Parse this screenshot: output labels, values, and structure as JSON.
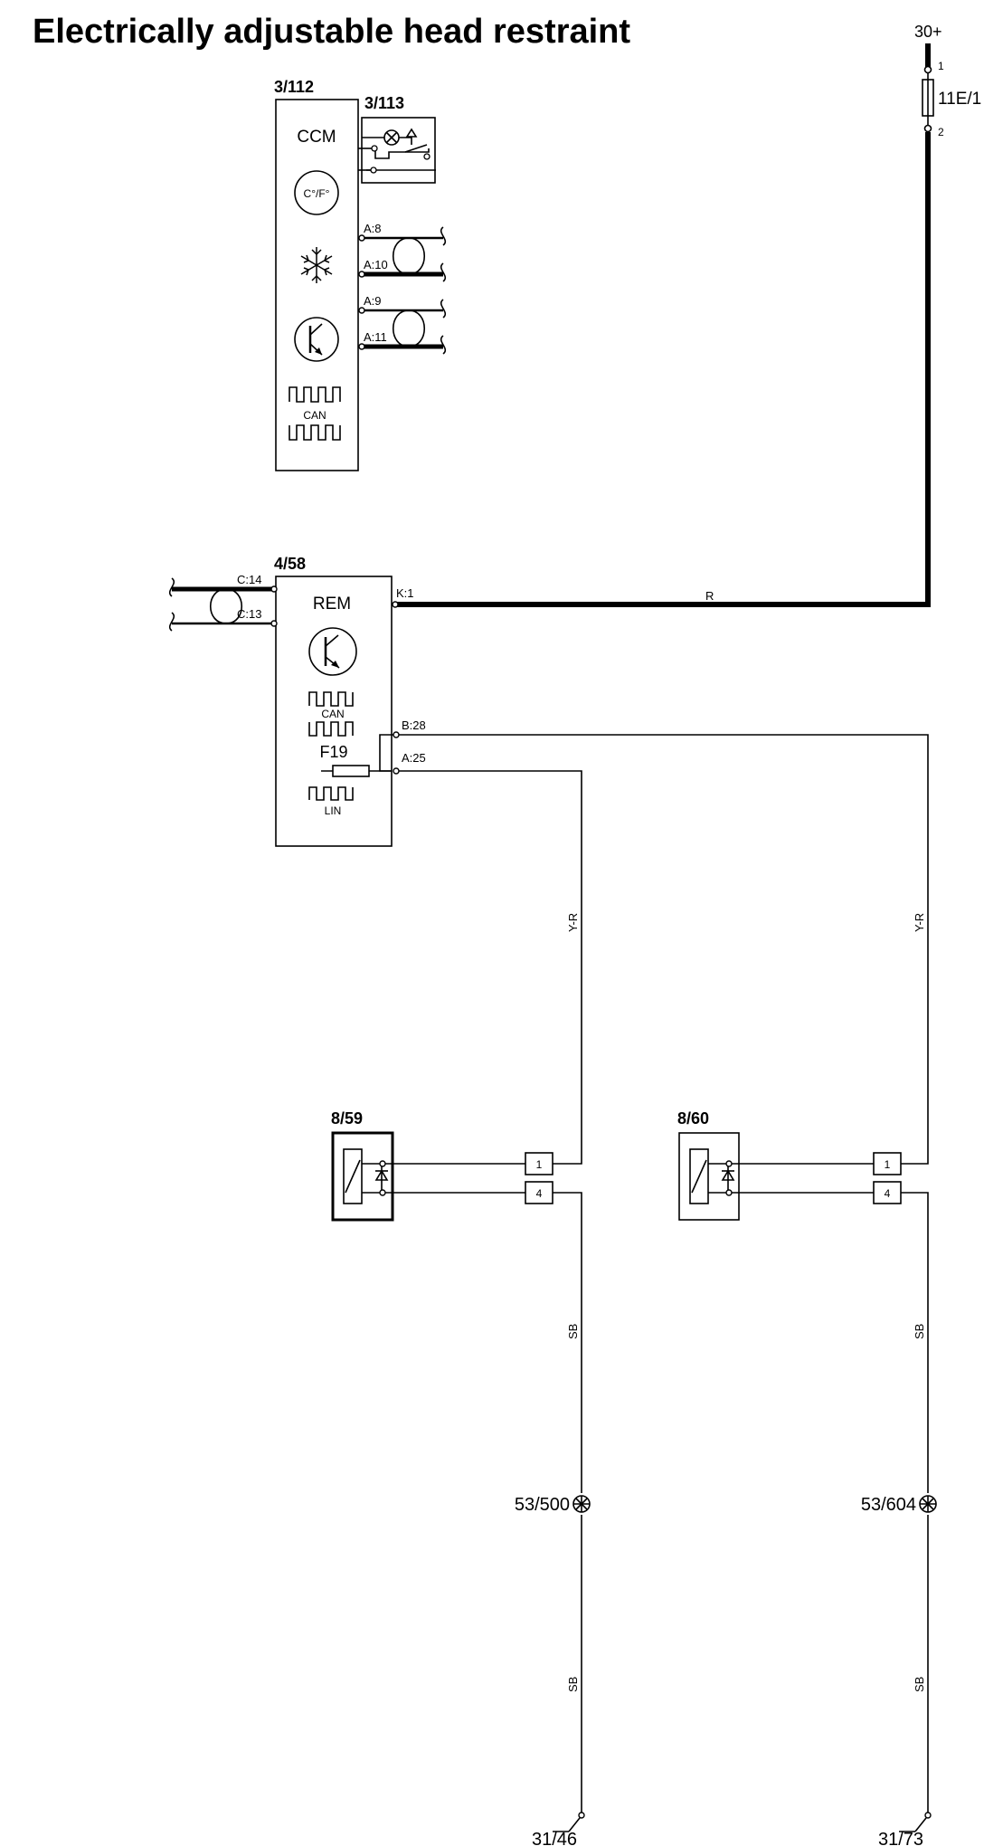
{
  "title": "Electrically adjustable head restraint",
  "supply": {
    "terminal": "30+",
    "fuse_id": "11E/1",
    "pin_top": "1",
    "pin_bottom": "2",
    "wire_color": "R"
  },
  "ccm": {
    "id": "3/112",
    "label": "CCM",
    "temp_icon": "C°/F°",
    "can_label": "CAN",
    "pins": [
      "A:8",
      "A:10",
      "A:9",
      "A:11"
    ]
  },
  "panel": {
    "id": "3/113"
  },
  "rem": {
    "id": "4/58",
    "label": "REM",
    "can_label": "CAN",
    "lin_label": "LIN",
    "fuse_label": "F19",
    "pins": {
      "k1": "K:1",
      "c14": "C:14",
      "c13": "C:13",
      "b28": "B:28",
      "a25": "A:25"
    }
  },
  "motor_left": {
    "id": "8/59",
    "pin1": "1",
    "pin4": "4",
    "signal_wire": "Y-R",
    "ground_wire": "SB",
    "ground_wire_2": "SB",
    "ground_point": "53/500",
    "ground": "31/46"
  },
  "motor_right": {
    "id": "8/60",
    "pin1": "1",
    "pin4": "4",
    "signal_wire": "Y-R",
    "ground_wire": "SB",
    "ground_wire_2": "SB",
    "ground_point": "53/604",
    "ground": "31/73"
  },
  "icons": [
    "snowflake-icon",
    "transistor-icon",
    "can-bus-icon",
    "lin-bus-icon",
    "fuse-icon",
    "ground-point-icon",
    "ground-switch-icon",
    "motor-icon",
    "lamp-icon"
  ]
}
